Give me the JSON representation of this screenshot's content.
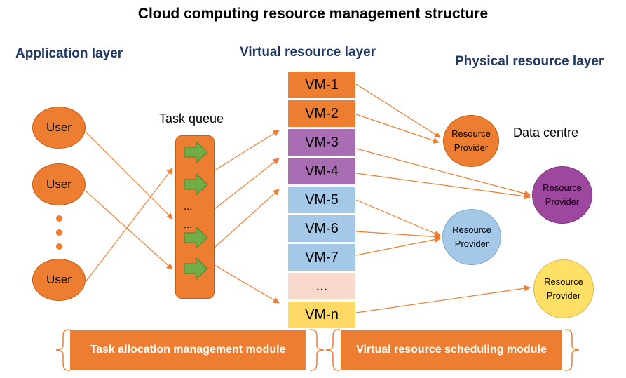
{
  "title": "Cloud computing resource management structure",
  "layers": {
    "application": "Application layer",
    "virtual": "Virtual resource layer",
    "physical": "Physical resource layer"
  },
  "users": [
    "User",
    "User",
    "User"
  ],
  "task_queue": {
    "label": "Task queue",
    "ellipsis_1": "...",
    "ellipsis_2": "..."
  },
  "vms": [
    {
      "label": "VM-1",
      "color": "#ed7d31"
    },
    {
      "label": "VM-2",
      "color": "#ed7d31"
    },
    {
      "label": "VM-3",
      "color": "#a86db3"
    },
    {
      "label": "VM-4",
      "color": "#a86db3"
    },
    {
      "label": "VM-5",
      "color": "#a4c8e8"
    },
    {
      "label": "VM-6",
      "color": "#a4c8e8"
    },
    {
      "label": "VM-7",
      "color": "#a4c8e8"
    },
    {
      "label": "...",
      "color": "#f8d9cc"
    },
    {
      "label": "VM-n",
      "color": "#ffd966"
    }
  ],
  "data_centre": "Data centre",
  "resource_providers": [
    {
      "line1": "Resource",
      "line2": "Provider",
      "color": "#ed7d31"
    },
    {
      "line1": "Resource",
      "line2": "Provider",
      "color": "#9e479f"
    },
    {
      "line1": "Resource",
      "line2": "Provider",
      "color": "#a4c8e8"
    },
    {
      "line1": "Resource",
      "line2": "Provider",
      "color": "#ffe066"
    }
  ],
  "modules": {
    "task_allocation": "Task allocation management module",
    "scheduling": "Virtual resource scheduling module"
  },
  "colors": {
    "accent": "#ed7d31",
    "arrow_green": "#70ad47",
    "layer_text": "#1f3864"
  }
}
